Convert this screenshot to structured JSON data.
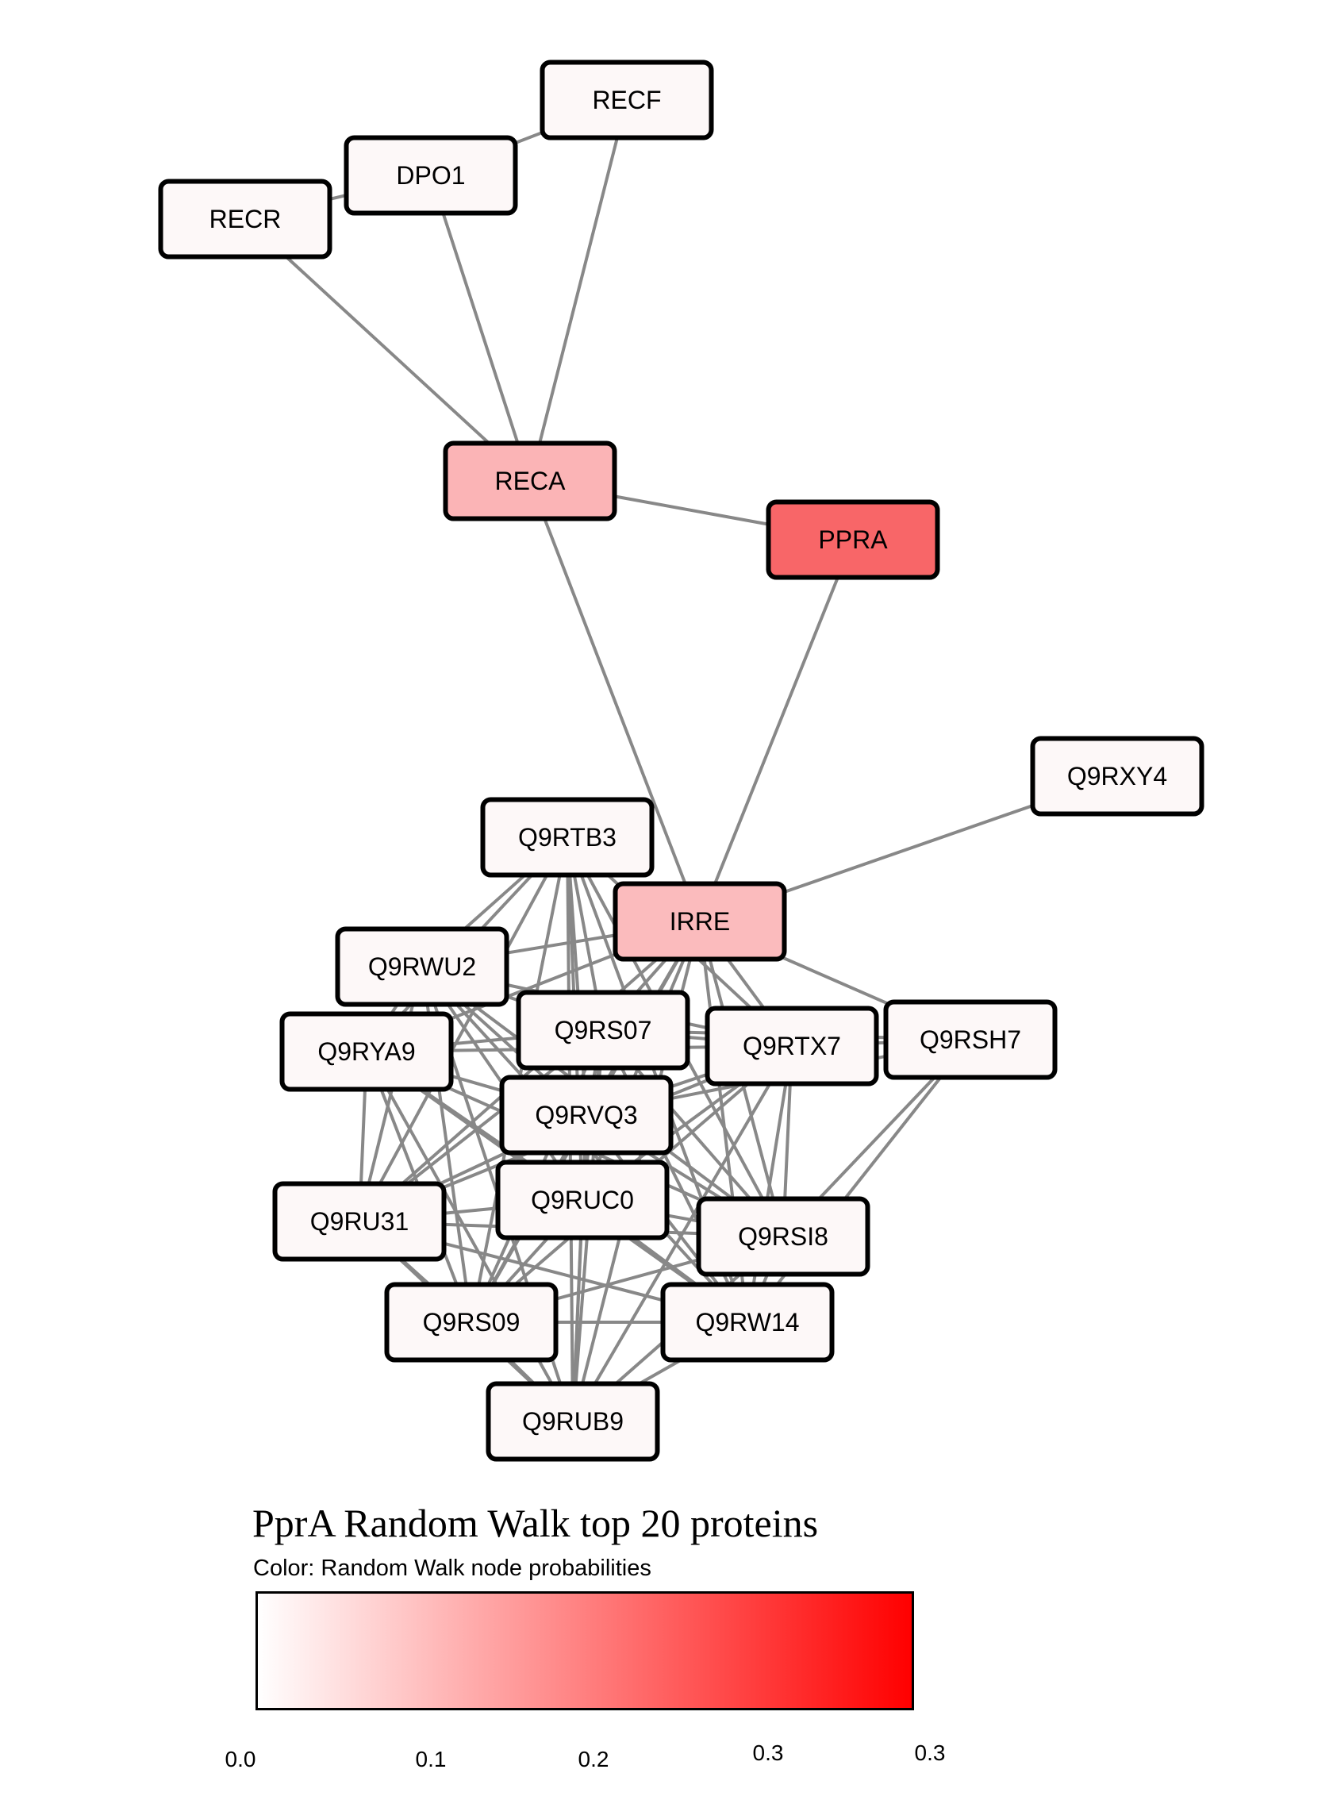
{
  "diagram": {
    "nodes": [
      {
        "id": "RECF",
        "label": "RECF",
        "color": "#fdf8f8"
      },
      {
        "id": "DPO1",
        "label": "DPO1",
        "color": "#fdf8f8"
      },
      {
        "id": "RECR",
        "label": "RECR",
        "color": "#fdf8f8"
      },
      {
        "id": "RECA",
        "label": "RECA",
        "color": "#fbb4b6"
      },
      {
        "id": "PPRA",
        "label": "PPRA",
        "color": "#f86668"
      },
      {
        "id": "Q9RXY4",
        "label": "Q9RXY4",
        "color": "#fdf8f8"
      },
      {
        "id": "Q9RTB3",
        "label": "Q9RTB3",
        "color": "#fdf8f8"
      },
      {
        "id": "IRRE",
        "label": "IRRE",
        "color": "#fbbbbd"
      },
      {
        "id": "Q9RWU2",
        "label": "Q9RWU2",
        "color": "#fdf8f8"
      },
      {
        "id": "Q9RS07",
        "label": "Q9RS07",
        "color": "#fdf8f8"
      },
      {
        "id": "Q9RYA9",
        "label": "Q9RYA9",
        "color": "#fdf8f8"
      },
      {
        "id": "Q9RTX7",
        "label": "Q9RTX7",
        "color": "#fdf8f8"
      },
      {
        "id": "Q9RSH7",
        "label": "Q9RSH7",
        "color": "#fdf8f8"
      },
      {
        "id": "Q9RVQ3",
        "label": "Q9RVQ3",
        "color": "#fdf8f8"
      },
      {
        "id": "Q9RU31",
        "label": "Q9RU31",
        "color": "#fdf8f8"
      },
      {
        "id": "Q9RUC0",
        "label": "Q9RUC0",
        "color": "#fdf8f8"
      },
      {
        "id": "Q9RSI8",
        "label": "Q9RSI8",
        "color": "#fdf8f8"
      },
      {
        "id": "Q9RS09",
        "label": "Q9RS09",
        "color": "#fdf8f8"
      },
      {
        "id": "Q9RW14",
        "label": "Q9RW14",
        "color": "#fdf8f8"
      },
      {
        "id": "Q9RUB9",
        "label": "Q9RUB9",
        "color": "#fdf8f8"
      }
    ],
    "edges": [
      [
        "RECR",
        "DPO1"
      ],
      [
        "DPO1",
        "RECF"
      ],
      [
        "RECR",
        "RECA"
      ],
      [
        "DPO1",
        "RECA"
      ],
      [
        "RECF",
        "RECA"
      ],
      [
        "RECA",
        "PPRA"
      ],
      [
        "RECA",
        "IRRE"
      ],
      [
        "PPRA",
        "IRRE"
      ],
      [
        "IRRE",
        "Q9RXY4"
      ],
      [
        "IRRE",
        "Q9RSH7"
      ],
      [
        "IRRE",
        "Q9RWU2"
      ],
      [
        "IRRE",
        "Q9RS07"
      ],
      [
        "IRRE",
        "Q9RYA9"
      ],
      [
        "IRRE",
        "Q9RTX7"
      ],
      [
        "IRRE",
        "Q9RVQ3"
      ],
      [
        "IRRE",
        "Q9RUC0"
      ],
      [
        "IRRE",
        "Q9RSI8"
      ],
      [
        "IRRE",
        "Q9RS09"
      ],
      [
        "IRRE",
        "Q9RW14"
      ],
      [
        "IRRE",
        "Q9RU31"
      ],
      [
        "IRRE",
        "Q9RUB9"
      ],
      [
        "Q9RTB3",
        "Q9RWU2"
      ],
      [
        "Q9RTB3",
        "Q9RS07"
      ],
      [
        "Q9RTB3",
        "Q9RYA9"
      ],
      [
        "Q9RTB3",
        "Q9RTX7"
      ],
      [
        "Q9RTB3",
        "Q9RVQ3"
      ],
      [
        "Q9RTB3",
        "Q9RUC0"
      ],
      [
        "Q9RTB3",
        "Q9RSI8"
      ],
      [
        "Q9RTB3",
        "Q9RS09"
      ],
      [
        "Q9RTB3",
        "Q9RW14"
      ],
      [
        "Q9RTB3",
        "Q9RU31"
      ],
      [
        "Q9RTB3",
        "Q9RUB9"
      ],
      [
        "Q9RWU2",
        "Q9RS07"
      ],
      [
        "Q9RWU2",
        "Q9RYA9"
      ],
      [
        "Q9RWU2",
        "Q9RTX7"
      ],
      [
        "Q9RWU2",
        "Q9RVQ3"
      ],
      [
        "Q9RWU2",
        "Q9RUC0"
      ],
      [
        "Q9RWU2",
        "Q9RSI8"
      ],
      [
        "Q9RWU2",
        "Q9RS09"
      ],
      [
        "Q9RWU2",
        "Q9RW14"
      ],
      [
        "Q9RWU2",
        "Q9RU31"
      ],
      [
        "Q9RWU2",
        "Q9RUB9"
      ],
      [
        "Q9RS07",
        "Q9RYA9"
      ],
      [
        "Q9RS07",
        "Q9RTX7"
      ],
      [
        "Q9RS07",
        "Q9RVQ3"
      ],
      [
        "Q9RS07",
        "Q9RUC0"
      ],
      [
        "Q9RS07",
        "Q9RSI8"
      ],
      [
        "Q9RS07",
        "Q9RS09"
      ],
      [
        "Q9RS07",
        "Q9RW14"
      ],
      [
        "Q9RS07",
        "Q9RU31"
      ],
      [
        "Q9RS07",
        "Q9RUB9"
      ],
      [
        "Q9RS07",
        "Q9RSH7"
      ],
      [
        "Q9RYA9",
        "Q9RTX7"
      ],
      [
        "Q9RYA9",
        "Q9RVQ3"
      ],
      [
        "Q9RYA9",
        "Q9RUC0"
      ],
      [
        "Q9RYA9",
        "Q9RSI8"
      ],
      [
        "Q9RYA9",
        "Q9RS09"
      ],
      [
        "Q9RYA9",
        "Q9RW14"
      ],
      [
        "Q9RYA9",
        "Q9RU31"
      ],
      [
        "Q9RYA9",
        "Q9RUB9"
      ],
      [
        "Q9RTX7",
        "Q9RVQ3"
      ],
      [
        "Q9RTX7",
        "Q9RUC0"
      ],
      [
        "Q9RTX7",
        "Q9RSI8"
      ],
      [
        "Q9RTX7",
        "Q9RS09"
      ],
      [
        "Q9RTX7",
        "Q9RW14"
      ],
      [
        "Q9RTX7",
        "Q9RU31"
      ],
      [
        "Q9RTX7",
        "Q9RUB9"
      ],
      [
        "Q9RTX7",
        "Q9RSH7"
      ],
      [
        "Q9RSH7",
        "Q9RVQ3"
      ],
      [
        "Q9RSH7",
        "Q9RSI8"
      ],
      [
        "Q9RSH7",
        "Q9RW14"
      ],
      [
        "Q9RVQ3",
        "Q9RUC0"
      ],
      [
        "Q9RVQ3",
        "Q9RSI8"
      ],
      [
        "Q9RVQ3",
        "Q9RS09"
      ],
      [
        "Q9RVQ3",
        "Q9RW14"
      ],
      [
        "Q9RVQ3",
        "Q9RU31"
      ],
      [
        "Q9RVQ3",
        "Q9RUB9"
      ],
      [
        "Q9RUC0",
        "Q9RSI8"
      ],
      [
        "Q9RUC0",
        "Q9RS09"
      ],
      [
        "Q9RUC0",
        "Q9RW14"
      ],
      [
        "Q9RUC0",
        "Q9RU31"
      ],
      [
        "Q9RUC0",
        "Q9RUB9"
      ],
      [
        "Q9RSI8",
        "Q9RS09"
      ],
      [
        "Q9RSI8",
        "Q9RW14"
      ],
      [
        "Q9RSI8",
        "Q9RU31"
      ],
      [
        "Q9RSI8",
        "Q9RUB9"
      ],
      [
        "Q9RS09",
        "Q9RW14"
      ],
      [
        "Q9RS09",
        "Q9RU31"
      ],
      [
        "Q9RS09",
        "Q9RUB9"
      ],
      [
        "Q9RW14",
        "Q9RU31"
      ],
      [
        "Q9RW14",
        "Q9RUB9"
      ],
      [
        "Q9RU31",
        "Q9RUB9"
      ]
    ]
  },
  "legend": {
    "title": "PprA Random Walk top 20 proteins",
    "subtitle": "Color: Random Walk node probabilities",
    "gradient": {
      "from": "#ffffff",
      "to": "#ff0000"
    },
    "ticks": [
      "0.0",
      "0.1",
      "0.2",
      "0.3",
      "0.3"
    ]
  }
}
